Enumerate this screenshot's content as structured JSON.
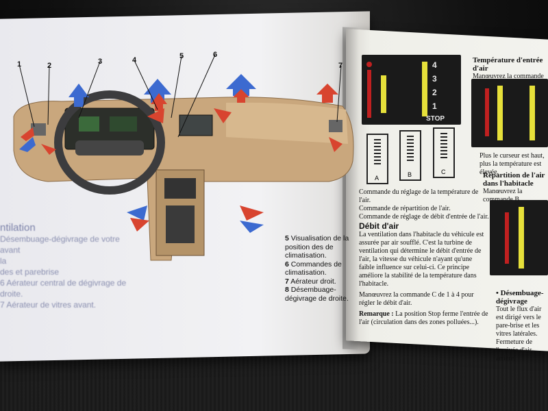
{
  "callouts": [
    "1",
    "2",
    "3",
    "4",
    "5",
    "6",
    "7"
  ],
  "left_page": {
    "heading": "ntilation",
    "lines": [
      "Désembuage-dégivrage de votre avant",
      "la",
      "des et parebrise",
      "6 Aérateur central de dégivrage de",
      "droite.",
      "7 Aérateur de vitres avant."
    ],
    "legend": [
      {
        "num": "5",
        "text": "Visualisation de la position des de climatisation."
      },
      {
        "num": "6",
        "text": "Commandes de climatisation."
      },
      {
        "num": "7",
        "text": "Aérateur droit."
      },
      {
        "num": "8",
        "text": "Désembuage-dégivrage de droite."
      }
    ]
  },
  "right_page": {
    "panel_numbers": [
      "4",
      "3",
      "2",
      "1"
    ],
    "stop_label": "STOP",
    "slider_labels": [
      "A",
      "B",
      "C"
    ],
    "slider_captions": [
      "Commande du réglage de la température de l'air.",
      "Commande de répartition de l'air.",
      "Commande de réglage de débit d'entrée de l'air."
    ],
    "debit_title": "Débit d'air",
    "debit_text": "La ventilation dans l'habitacle du véhicule est assurée par air soufflé. C'est la turbine de ventilation qui détermine le débit d'entrée de l'air, la vitesse du véhicule n'ayant qu'une faible influence sur celui-ci. Ce principe améliore la stabilité de la température dans l'habitacle.",
    "debit_instruction": "Manœuvrez la commande C de 1 à 4 pour régler le débit d'air.",
    "remark_label": "Remarque :",
    "remark_text": "La position Stop ferme l'entrée de l'air (circulation dans des zones polluées...).",
    "temp_title": "Température d'entrée d'air",
    "temp_instruction": "Manœuvrez la commande A.",
    "temp_note": "Plus le curseur est haut, plus la température est élevée.",
    "repartition_title": "Répartition de l'air dans l'habitacle",
    "repartition_instruction": "Manœuvrez la commande B.",
    "desembuage_title": "• Désembuage-dégivrage",
    "desembuage_text": "Tout le flux d'air est dirigé vers le pare-brise et les vitres latérales. Fermeture de l'arrivée d'air arrière."
  }
}
